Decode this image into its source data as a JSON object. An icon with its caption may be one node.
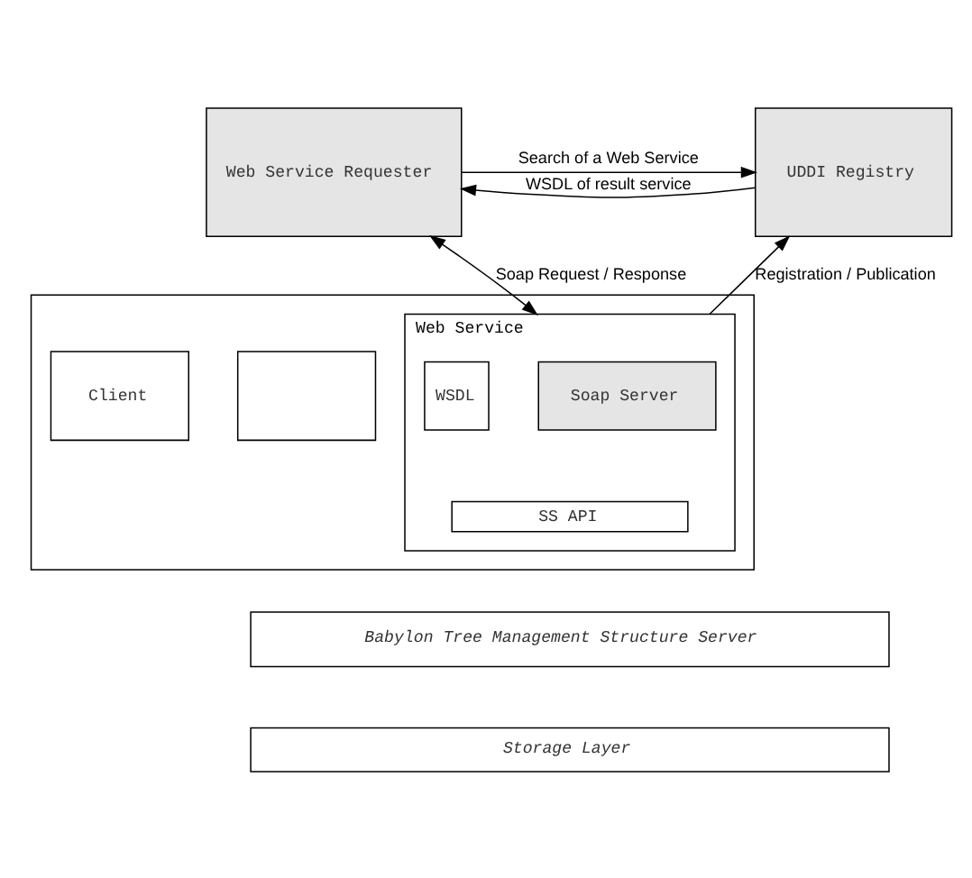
{
  "diagram": {
    "nodes": [
      {
        "text": [
          "Web Service Requester"
        ]
      },
      {
        "text": [
          "UDDI Registry"
        ]
      },
      {
        "text": [],
        "shape": "box"
      },
      {
        "text": [
          "Web Service"
        ],
        "in": 2
      },
      {
        "text": [
          "Soap Server"
        ],
        "in": 3
      },
      {
        "text": [
          "WSDL"
        ],
        "in": 3
      },
      {
        "text": [
          "SS API"
        ],
        "in": 3
      },
      {
        "text": [],
        "shape": "box",
        "in": 2
      },
      {
        "text": [
          "Client"
        ],
        "in": 2
      },
      {
        "text": [
          "Babylon Tree Management Structure Server"
        ]
      },
      {
        "text": [
          "Storage Layer"
        ]
      }
    ],
    "edges": [
      {
        "from": 0,
        "to": 1,
        "arrow": "to",
        "label": "Search of a Web Service"
      },
      {
        "from": 1,
        "to": 0,
        "arrow": "to",
        "label": "WSDL of result service"
      },
      {
        "from": 0,
        "to": 3,
        "arrow": "both",
        "label": "Soap Request / Response"
      },
      {
        "from": 3,
        "to": 1,
        "arrow": "to",
        "label": "Registration / Publication"
      }
    ]
  }
}
